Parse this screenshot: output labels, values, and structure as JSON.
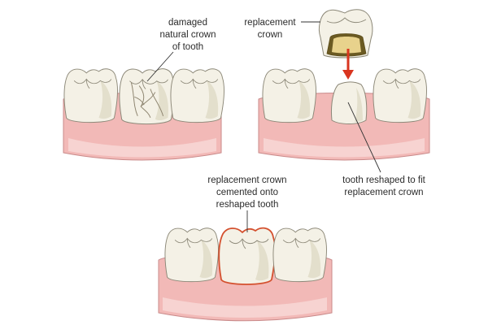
{
  "labels": {
    "damaged_crown": [
      "damaged",
      "natural crown",
      "of tooth"
    ],
    "replacement_crown": [
      "replacement",
      "crown"
    ],
    "cemented": [
      "replacement crown",
      "cemented onto",
      "reshaped tooth"
    ],
    "reshaped": [
      "tooth reshaped to fit",
      "replacement crown"
    ]
  },
  "colors": {
    "crown_outline": "#d4502e",
    "arrow": "#d9351f",
    "gum": "#f2b9b7",
    "tooth": "#f4f1e6"
  }
}
